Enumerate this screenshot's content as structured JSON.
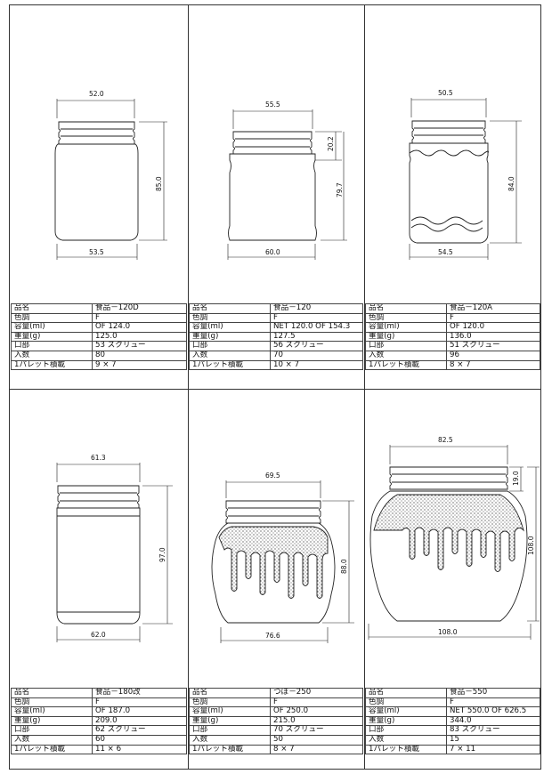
{
  "labels": {
    "name": "品名",
    "color": "色調",
    "capacity": "容量(ml)",
    "weight": "重量(g)",
    "mouth": "口部",
    "quantity": "入数",
    "pallet": "1パレット積載"
  },
  "products": [
    {
      "id": "p1",
      "name": "食品－120D",
      "color": "F",
      "capacity": "OF 124.0",
      "weight": "125.0",
      "mouth": "53 スクリュー",
      "quantity": "80",
      "pallet": "9 × 7",
      "dims": {
        "top": "52.0",
        "height": "85.0",
        "bottom": "53.5"
      }
    },
    {
      "id": "p2",
      "name": "食品－120",
      "color": "F",
      "capacity": "NET 120.0 OF 154.3",
      "weight": "127.5",
      "mouth": "56 スクリュー",
      "quantity": "70",
      "pallet": "10 × 7",
      "dims": {
        "top": "55.5",
        "neck": "20.2",
        "height": "79.7",
        "bottom": "60.0"
      }
    },
    {
      "id": "p3",
      "name": "食品－120A",
      "color": "F",
      "capacity": "OF 120.0",
      "weight": "136.0",
      "mouth": "51 スクリュー",
      "quantity": "96",
      "pallet": "8 × 7",
      "dims": {
        "top": "50.5",
        "height": "84.0",
        "bottom": "54.5"
      }
    },
    {
      "id": "p4",
      "name": "食品－180改",
      "color": "F",
      "capacity": "OF 187.0",
      "weight": "209.0",
      "mouth": "62 スクリュー",
      "quantity": "60",
      "pallet": "11 × 6",
      "dims": {
        "top": "61.3",
        "height": "97.0",
        "bottom": "62.0"
      }
    },
    {
      "id": "p5",
      "name": "つぼ－250",
      "color": "F",
      "capacity": "OF 250.0",
      "weight": "215.0",
      "mouth": "70 スクリュー",
      "quantity": "50",
      "pallet": "8 × 7",
      "dims": {
        "top": "69.5",
        "height": "88.0",
        "bottom": "76.6"
      }
    },
    {
      "id": "p6",
      "name": "食品－550",
      "color": "F",
      "capacity": "NET 550.0 OF 626.5",
      "weight": "344.0",
      "mouth": "83 スクリュー",
      "quantity": "15",
      "pallet": "7 × 11",
      "dims": {
        "top": "82.5",
        "neck": "19.0",
        "height": "108.0",
        "bottom": "108.0"
      }
    }
  ]
}
